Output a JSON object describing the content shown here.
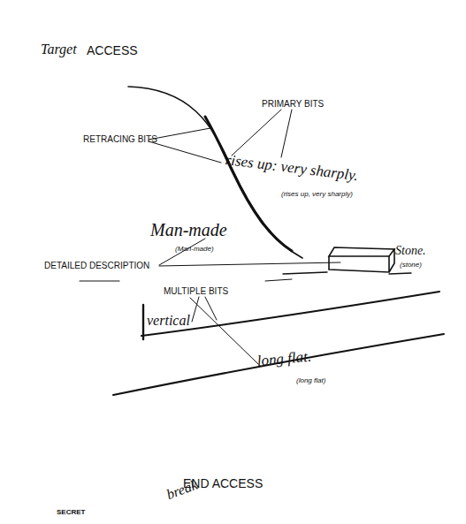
{
  "diagram": {
    "labels": [
      "Target",
      "ACCESS",
      "PRIMARY BITS",
      "RETRACING BITS",
      "rises up: very sharply.",
      "(rises up, very sharply)",
      "Man-made",
      "(Man-made)",
      "DETAILED DESCRIPTION",
      "Stone.",
      "(stone)",
      "MULTIPLE BITS",
      "vertical",
      "long flat.",
      "(long flat)",
      "break",
      "END ACCESS",
      "SECRET"
    ]
  }
}
